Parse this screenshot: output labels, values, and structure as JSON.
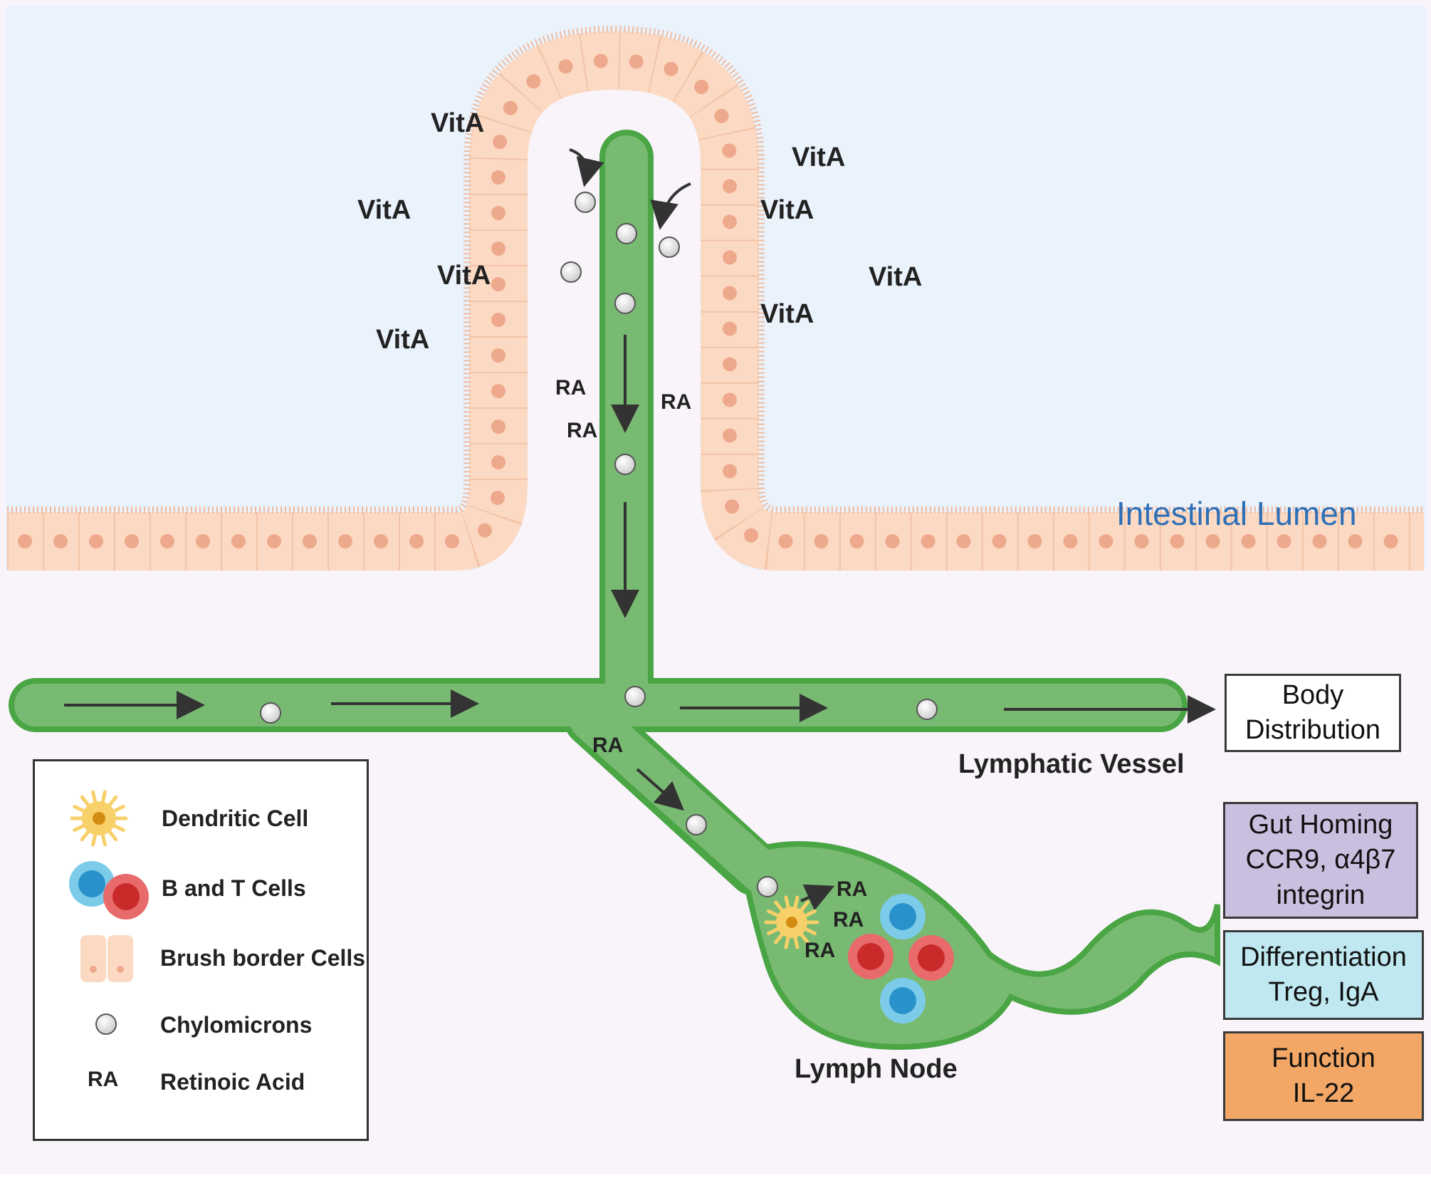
{
  "lumen_label": "Intestinal Lumen",
  "vita_label": "VitA",
  "ra_label": "RA",
  "structures": {
    "lymphatic_vessel": "Lymphatic Vessel",
    "lymph_node": "Lymph Node"
  },
  "outcome_boxes": [
    {
      "lines": [
        "Body",
        "Distribution"
      ],
      "color": "#ffffff"
    },
    {
      "lines": [
        "Gut Homing",
        "CCR9, α4β7",
        "integrin"
      ],
      "color": "#cbbfe0"
    },
    {
      "lines": [
        "Differentiation",
        "Treg, IgA"
      ],
      "color": "#bfe8f1"
    },
    {
      "lines": [
        "Function",
        "IL-22"
      ],
      "color": "#f2a766"
    }
  ],
  "legend": [
    {
      "icon": "dendritic-cell-icon",
      "label": "Dendritic Cell"
    },
    {
      "icon": "b-t-cells-icon",
      "label": "B and T Cells"
    },
    {
      "icon": "brush-border-cells-icon",
      "label": "Brush border Cells"
    },
    {
      "icon": "chylomicron-icon",
      "label": "Chylomicrons"
    },
    {
      "icon": "ra-text",
      "symbol": "RA",
      "label": "Retinoic Acid"
    }
  ],
  "colors": {
    "lumen": "#eaf2fc",
    "tissue": "#f8f4fa",
    "epithelium": "#fbd9c2",
    "nucleus": "#eea98c",
    "vessel_fill": "#79ba72",
    "vessel_stroke": "#4aa544",
    "b_cell": "#2a92cb",
    "t_cell": "#d63a3a"
  }
}
